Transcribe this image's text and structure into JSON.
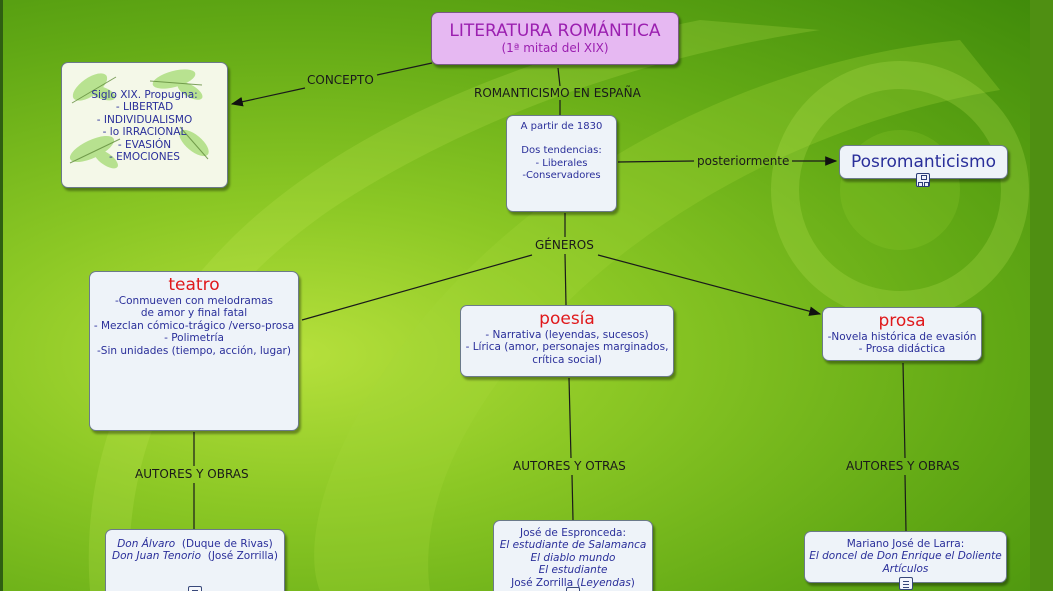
{
  "title": {
    "main": "LITERATURA ROMÁNTICA",
    "sub": "(1ª mitad del XIX)"
  },
  "concepto": {
    "lines": [
      "Siglo XIX. Propugna:",
      "- LIBERTAD",
      "- INDIVIDUALISMO",
      "- lo IRRACIONAL",
      "- EVASIÓN",
      "- EMOCIONES"
    ]
  },
  "espana": {
    "lines": [
      "A partir de 1830",
      "",
      "Dos tendencias:",
      "- Liberales",
      "-Conservadores"
    ]
  },
  "posromanticismo": {
    "label": "Posromanticismo"
  },
  "teatro": {
    "title": "teatro",
    "lines": [
      "-Conmueven con melodramas",
      "de amor y final fatal",
      "- Mezclan cómico-trágico /verso-prosa",
      "- Polimetría",
      "-Sin unidades (tiempo, acción, lugar)"
    ]
  },
  "poesia": {
    "title": "poesía",
    "lines": [
      "- Narrativa (leyendas, sucesos)",
      "- Lírica (amor, personajes marginados,",
      "crítica social)"
    ]
  },
  "prosa": {
    "title": "prosa",
    "lines": [
      "-Novela histórica de evasión",
      "- Prosa didáctica"
    ]
  },
  "teatro_obras": {
    "line1_work": "Don Álvaro",
    "line1_author": "(Duque de Rivas)",
    "line2_work": "Don Juan Tenorio",
    "line2_author": "(José Zorrilla)"
  },
  "poesia_obras": {
    "author1": "José de Espronceda:",
    "works": [
      "El estudiante de Salamanca",
      "El diablo mundo",
      "El estudiante"
    ],
    "author2": "José Zorrilla",
    "author2_work": "Leyendas"
  },
  "prosa_obras": {
    "author": "Mariano José de Larra:",
    "works": [
      "El doncel de Don Enrique el Doliente",
      "Artículos"
    ]
  },
  "links": {
    "concepto": "CONCEPTO",
    "romanticismo_espana": "ROMANTICISMO EN ESPAÑA",
    "posteriormente": "posteriormente",
    "generos": "GÉNEROS",
    "autores_obras_teatro": "AUTORES Y OBRAS",
    "autores_otras": "AUTORES Y OTRAS",
    "autores_obras_prosa": "AUTORES Y OBRAS"
  },
  "colors": {
    "title_bg": "#e6b8f2",
    "title_text": "#9b1fb0",
    "genre_title": "#e0181b",
    "node_text": "#2a2f9a"
  }
}
